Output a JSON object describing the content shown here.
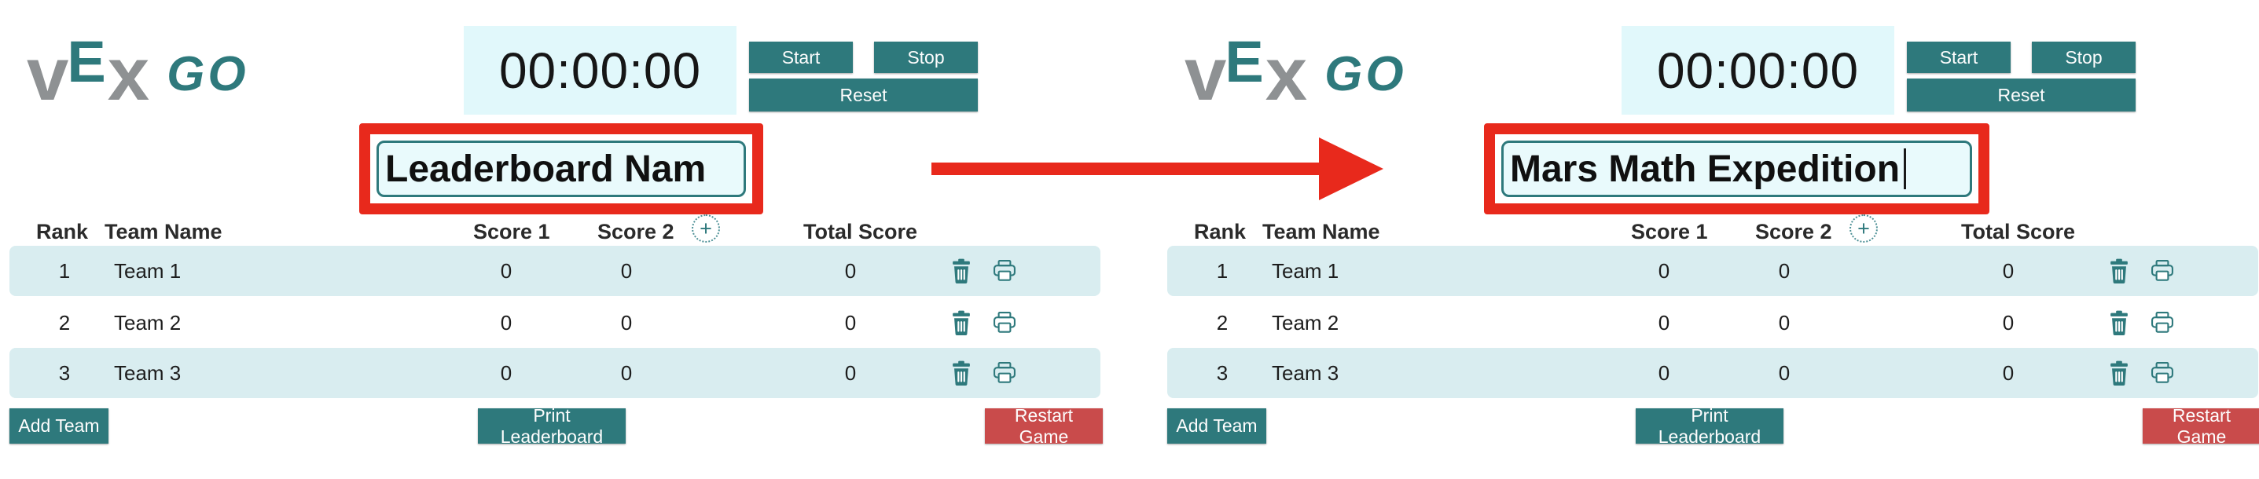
{
  "colors": {
    "teal_accent": "#2e797c",
    "row_highlight": "#d9edf0",
    "timer_background": "#e1f8fb",
    "input_background": "#e9fafc",
    "annotation_red": "#e8291c",
    "restart_red": "#c94b4b",
    "logo_gray": "#8e9193"
  },
  "annotation": {
    "arrow_icon": "right-arrow-icon",
    "meaning": "before-to-after transition"
  },
  "panels": [
    {
      "name": "before",
      "logo": {
        "v": "v",
        "e": "E",
        "x": "x",
        "go": "GO"
      },
      "timer": {
        "display": "00:00:00"
      },
      "controls": {
        "start": "Start",
        "stop": "Stop",
        "reset": "Reset"
      },
      "leaderboard_name_input": {
        "value": "Leaderboard Nam",
        "caret_visible": false
      },
      "table": {
        "headers": {
          "rank": "Rank",
          "team_name": "Team Name",
          "score1": "Score 1",
          "score2": "Score 2",
          "total_score": "Total Score"
        },
        "add_score_column_label": "+",
        "row_icons": [
          "trash-icon",
          "printer-icon"
        ],
        "rows": [
          {
            "rank": "1",
            "team_name": "Team 1",
            "score1": "0",
            "score2": "0",
            "total_score": "0"
          },
          {
            "rank": "2",
            "team_name": "Team 2",
            "score1": "0",
            "score2": "0",
            "total_score": "0"
          },
          {
            "rank": "3",
            "team_name": "Team 3",
            "score1": "0",
            "score2": "0",
            "total_score": "0"
          }
        ]
      },
      "footer": {
        "add_team": "Add Team",
        "print_leaderboard": "Print Leaderboard",
        "restart_game": "Restart Game"
      }
    },
    {
      "name": "after",
      "logo": {
        "v": "v",
        "e": "E",
        "x": "x",
        "go": "GO"
      },
      "timer": {
        "display": "00:00:00"
      },
      "controls": {
        "start": "Start",
        "stop": "Stop",
        "reset": "Reset"
      },
      "leaderboard_name_input": {
        "value": "Mars Math Expedition",
        "caret_visible": true
      },
      "table": {
        "headers": {
          "rank": "Rank",
          "team_name": "Team Name",
          "score1": "Score 1",
          "score2": "Score 2",
          "total_score": "Total Score"
        },
        "add_score_column_label": "+",
        "row_icons": [
          "trash-icon",
          "printer-icon"
        ],
        "rows": [
          {
            "rank": "1",
            "team_name": "Team 1",
            "score1": "0",
            "score2": "0",
            "total_score": "0"
          },
          {
            "rank": "2",
            "team_name": "Team 2",
            "score1": "0",
            "score2": "0",
            "total_score": "0"
          },
          {
            "rank": "3",
            "team_name": "Team 3",
            "score1": "0",
            "score2": "0",
            "total_score": "0"
          }
        ]
      },
      "footer": {
        "add_team": "Add Team",
        "print_leaderboard": "Print Leaderboard",
        "restart_game": "Restart Game"
      }
    }
  ]
}
